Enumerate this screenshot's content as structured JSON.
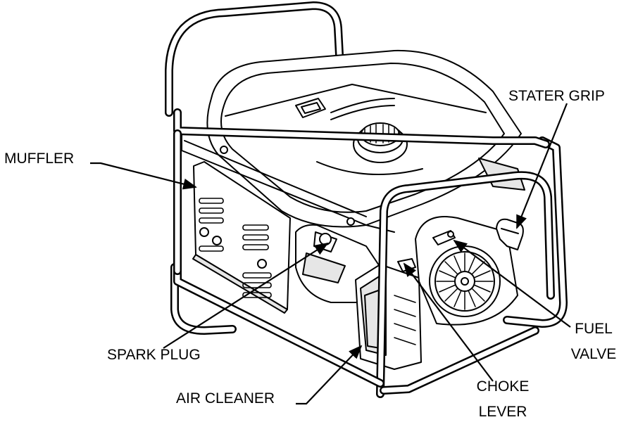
{
  "diagram": {
    "subject": "portable generator",
    "colors": {
      "ink": "#000000",
      "paper": "#ffffff",
      "shade": "#e6e6e6"
    },
    "labels": {
      "muffler": "MUFFLER",
      "stater_grip": "STATER GRIP",
      "spark_plug": "SPARK PLUG",
      "air_cleaner": "AIR CLEANER",
      "fuel_valve": {
        "line1": "FUEL",
        "line2": "VALVE"
      },
      "choke_lever": {
        "line1": "CHOKE",
        "line2": "LEVER"
      }
    }
  }
}
